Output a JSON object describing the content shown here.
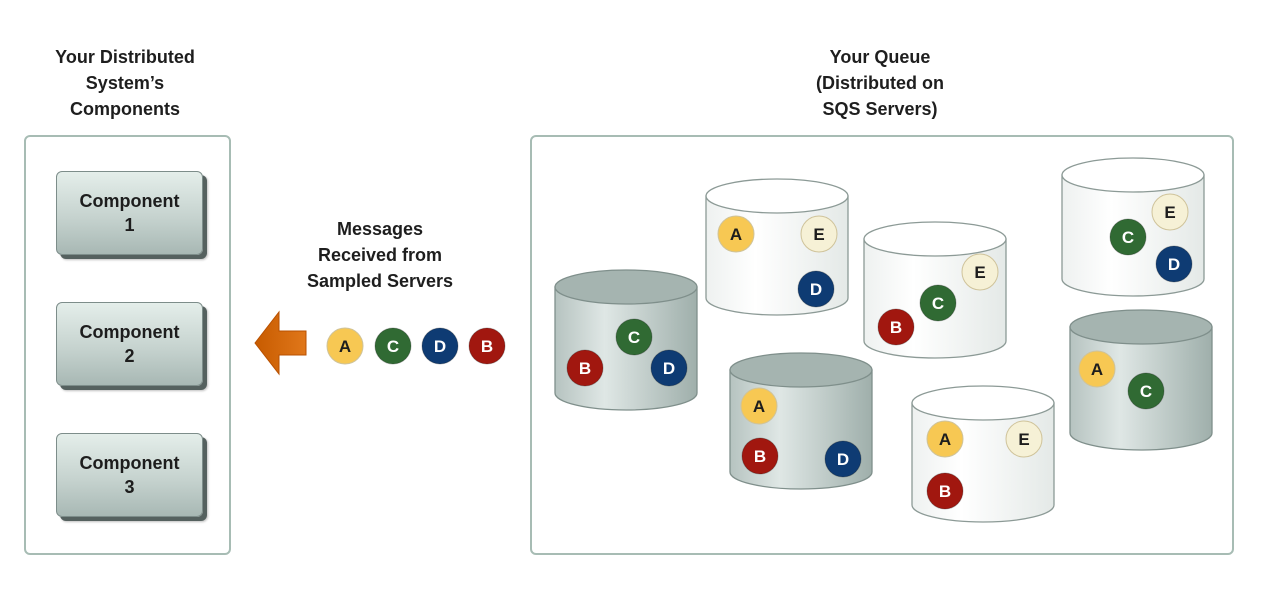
{
  "headings": {
    "left": "Your Distributed\nSystem’s\nComponents",
    "right": "Your Queue\n(Distributed on\nSQS Servers)",
    "middle": "Messages\nReceived from\nSampled Servers"
  },
  "components": [
    "Component\n1",
    "Component\n2",
    "Component\n3"
  ],
  "message_colors": {
    "A": "#f7c853",
    "B": "#a1170f",
    "C": "#306a33",
    "D": "#0e3b73",
    "E": "#f6f1d6"
  },
  "received_messages": [
    "A",
    "C",
    "D",
    "B"
  ],
  "servers": [
    {
      "style": "gray",
      "messages": [
        "C",
        "B",
        "D"
      ]
    },
    {
      "style": "white",
      "messages": [
        "A",
        "E",
        "D"
      ]
    },
    {
      "style": "white",
      "messages": [
        "E",
        "C",
        "B"
      ]
    },
    {
      "style": "white",
      "messages": [
        "E",
        "C",
        "D"
      ]
    },
    {
      "style": "gray",
      "messages": [
        "A",
        "B",
        "D"
      ]
    },
    {
      "style": "white",
      "messages": [
        "A",
        "E",
        "B"
      ]
    },
    {
      "style": "gray",
      "messages": [
        "A",
        "C"
      ]
    }
  ]
}
